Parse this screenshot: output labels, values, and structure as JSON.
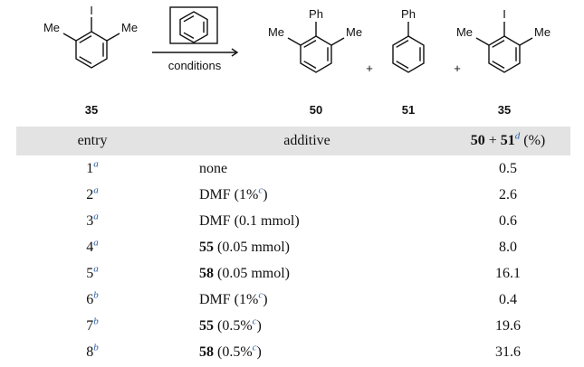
{
  "scheme": {
    "reactant": {
      "id": "35",
      "sub_top": "I",
      "sub_left": "Me",
      "sub_right": "Me"
    },
    "reagent_label": "conditions",
    "product_50": {
      "id": "50",
      "sub_top": "Ph",
      "sub_left": "Me",
      "sub_right": "Me"
    },
    "plus_1": "+",
    "product_51": {
      "id": "51",
      "sub_top": "Ph"
    },
    "plus_2": "+",
    "product_35": {
      "id": "35",
      "sub_top": "I",
      "sub_left": "Me",
      "sub_right": "Me"
    }
  },
  "table": {
    "headers": {
      "entry": "entry",
      "additive": "additive",
      "yield_a": "50",
      "yield_plus": "+",
      "yield_b": "51",
      "yield_sup": "d",
      "yield_unit": "(%)"
    },
    "rows": [
      {
        "entry": "1",
        "sup": "a",
        "add_bold": "",
        "add_text": "none",
        "add_sup": "",
        "add_tail": "",
        "yield": "0.5"
      },
      {
        "entry": "2",
        "sup": "a",
        "add_bold": "",
        "add_text": "DMF (1%",
        "add_sup": "c",
        "add_tail": ")",
        "yield": "2.6"
      },
      {
        "entry": "3",
        "sup": "a",
        "add_bold": "",
        "add_text": "DMF (0.1 mmol)",
        "add_sup": "",
        "add_tail": "",
        "yield": "0.6"
      },
      {
        "entry": "4",
        "sup": "a",
        "add_bold": "55",
        "add_text": " (0.05 mmol)",
        "add_sup": "",
        "add_tail": "",
        "yield": "8.0"
      },
      {
        "entry": "5",
        "sup": "a",
        "add_bold": "58",
        "add_text": " (0.05 mmol)",
        "add_sup": "",
        "add_tail": "",
        "yield": "16.1"
      },
      {
        "entry": "6",
        "sup": "b",
        "add_bold": "",
        "add_text": "DMF (1%",
        "add_sup": "c",
        "add_tail": ")",
        "yield": "0.4"
      },
      {
        "entry": "7",
        "sup": "b",
        "add_bold": "55",
        "add_text": " (0.5%",
        "add_sup": "c",
        "add_tail": ")",
        "yield": "19.6"
      },
      {
        "entry": "8",
        "sup": "b",
        "add_bold": "58",
        "add_text": " (0.5%",
        "add_sup": "c",
        "add_tail": ")",
        "yield": "31.6"
      }
    ]
  },
  "colors": {
    "header_bg": "#e3e3e3",
    "footnote": "#2b5ea7"
  }
}
